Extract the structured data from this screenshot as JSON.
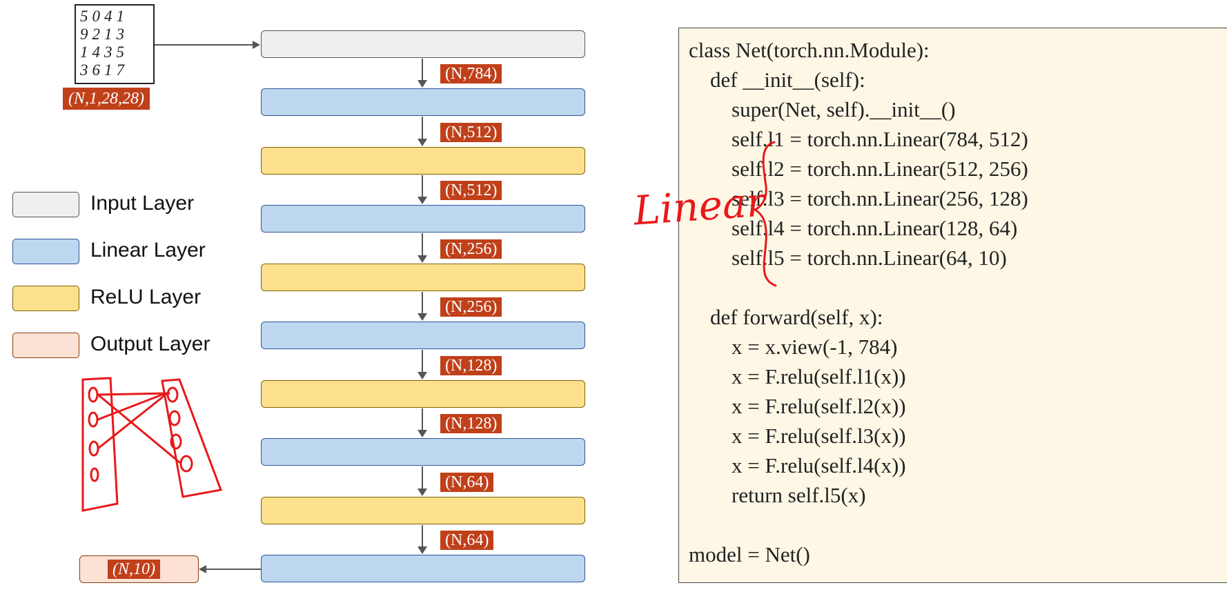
{
  "diagram": {
    "mnist_digits": [
      "5041",
      "9213",
      "1435",
      "3617"
    ],
    "input_shape": "(N,1,28,28)",
    "shape_badges": [
      "(N,784)",
      "(N,512)",
      "(N,512)",
      "(N,256)",
      "(N,256)",
      "(N,128)",
      "(N,128)",
      "(N,64)",
      "(N,64)"
    ],
    "output_shape": "(N,10)",
    "layer_sequence": [
      "input",
      "linear",
      "relu",
      "linear",
      "relu",
      "linear",
      "relu",
      "linear",
      "relu",
      "linear"
    ]
  },
  "legend": [
    {
      "label": "Input Layer",
      "color": "#efefef"
    },
    {
      "label": "Linear Layer",
      "color": "#bdd7ee"
    },
    {
      "label": "ReLU Layer",
      "color": "#fce08c"
    },
    {
      "label": "Output Layer",
      "color": "#fbe2d5"
    }
  ],
  "annotation": {
    "handwritten_word": "Linear",
    "ink_color": "#e8191a"
  },
  "code": {
    "lines": [
      "class Net(torch.nn.Module):",
      "    def __init__(self):",
      "        super(Net, self).__init__()",
      "        self.l1 = torch.nn.Linear(784, 512)",
      "        self.l2 = torch.nn.Linear(512, 256)",
      "        self.l3 = torch.nn.Linear(256, 128)",
      "        self.l4 = torch.nn.Linear(128, 64)",
      "        self.l5 = torch.nn.Linear(64, 10)",
      "",
      "    def forward(self, x):",
      "        x = x.view(-1, 784)",
      "        x = F.relu(self.l1(x))",
      "        x = F.relu(self.l2(x))",
      "        x = F.relu(self.l3(x))",
      "        x = F.relu(self.l4(x))",
      "        return self.l5(x)",
      "",
      "model = Net()"
    ]
  }
}
